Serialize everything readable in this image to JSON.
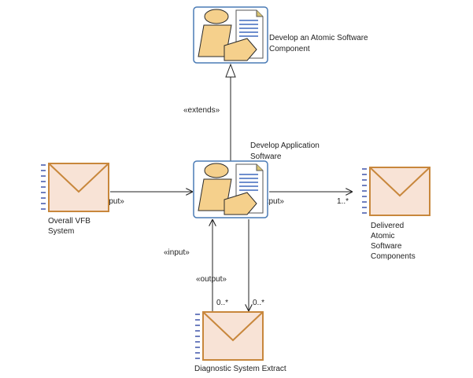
{
  "colors": {
    "task_frame_stroke": "#4a7bb5",
    "task_frame_fill": "#ffffff",
    "figure_fill": "#f5d08c",
    "figure_stroke": "#2a2a2a",
    "doc_fill": "#ffffff",
    "doc_lines": "#6f8fce",
    "doc_fold": "#d8c372",
    "envelope_fill": "#f8e3d6",
    "envelope_stroke": "#c8873c",
    "envelope_side_dash": "#6f7fbf",
    "edge_stroke": "#222222"
  },
  "nodes": {
    "atomic": {
      "icon": "task-definition-icon",
      "label_lines": [
        "Develop an Atomic Software",
        "Component"
      ]
    },
    "app": {
      "icon": "task-definition-icon",
      "label_lines": [
        "Develop Application",
        "Software"
      ]
    },
    "vfb": {
      "icon": "envelope-icon",
      "label_lines": [
        "Overall VFB",
        "System"
      ]
    },
    "delivered": {
      "icon": "envelope-icon",
      "label_lines": [
        "Delivered",
        "Atomic",
        "Software",
        "Components"
      ]
    },
    "diag": {
      "icon": "envelope-icon",
      "label_lines": [
        "Diagnostic System Extract"
      ]
    }
  },
  "edges": {
    "extends": {
      "label": "«extends»"
    },
    "vfb_input": {
      "label": "«input»"
    },
    "delivered_output": {
      "label": "«output»",
      "multiplicity": "1..*"
    },
    "diag_input": {
      "label": "«input»",
      "multiplicity": "0..*"
    },
    "diag_output": {
      "label": "«output»",
      "multiplicity": "0..*"
    }
  }
}
